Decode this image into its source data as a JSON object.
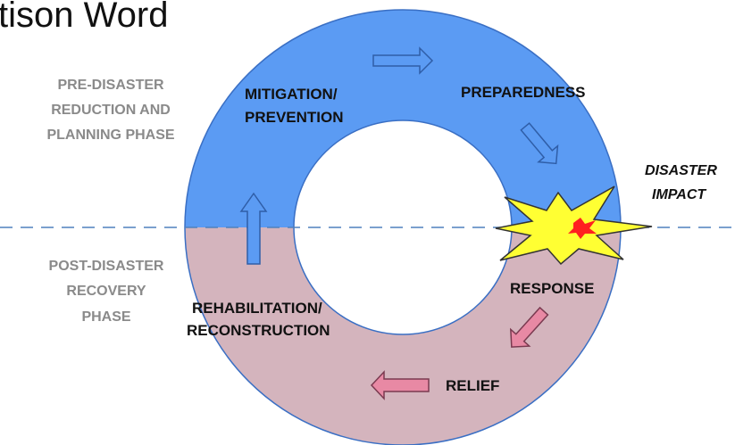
{
  "header": {
    "partial_text": "tison Word"
  },
  "phases": {
    "pre": [
      "PRE-DISASTER",
      "REDUCTION AND",
      "PLANNING PHASE"
    ],
    "post": [
      "POST-DISASTER",
      "RECOVERY",
      "PHASE"
    ]
  },
  "stages": {
    "mitigation": [
      "MITIGATION/",
      "PREVENTION"
    ],
    "preparedness": "PREPAREDNESS",
    "impact": [
      "DISASTER",
      "IMPACT"
    ],
    "response": "RESPONSE",
    "relief": "RELIEF",
    "rehabilitation": [
      "REHABILITATION/",
      "RECONSTRUCTION"
    ]
  },
  "colors": {
    "pre_disaster_fill": "#5b9bf3",
    "post_disaster_fill": "#d4b4bd",
    "pre_arrow_fill": "#5b9bf3",
    "post_arrow_fill": "#e889a4",
    "ring_stroke": "#3a6fc4",
    "burst_outer": "#ffff33",
    "burst_inner": "#ff2020",
    "divider": "#4f81bd"
  },
  "icons": {
    "impact": "explosion-burst-icon",
    "flow": "arrow-icon"
  }
}
